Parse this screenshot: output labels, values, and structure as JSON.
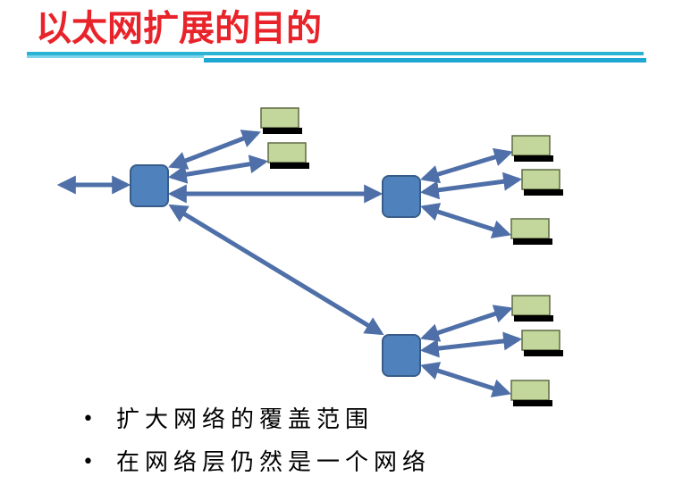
{
  "slide": {
    "title": "以太网扩展的目的",
    "bullets": [
      "扩大网络的覆盖范围",
      "在网络层仍然是一个网络"
    ],
    "bullet_marker": "•"
  },
  "colors": {
    "title": "#e8232a",
    "rule": "#1ea7d2",
    "hub_fill": "#4f81bd",
    "hub_stroke": "#385d8a",
    "arrow": "#4f6fa8",
    "computer_screen": "#c3d69b",
    "computer_base": "#000000"
  },
  "icons": {
    "hub": "hub-node-icon",
    "computer": "laptop-computer-icon"
  }
}
